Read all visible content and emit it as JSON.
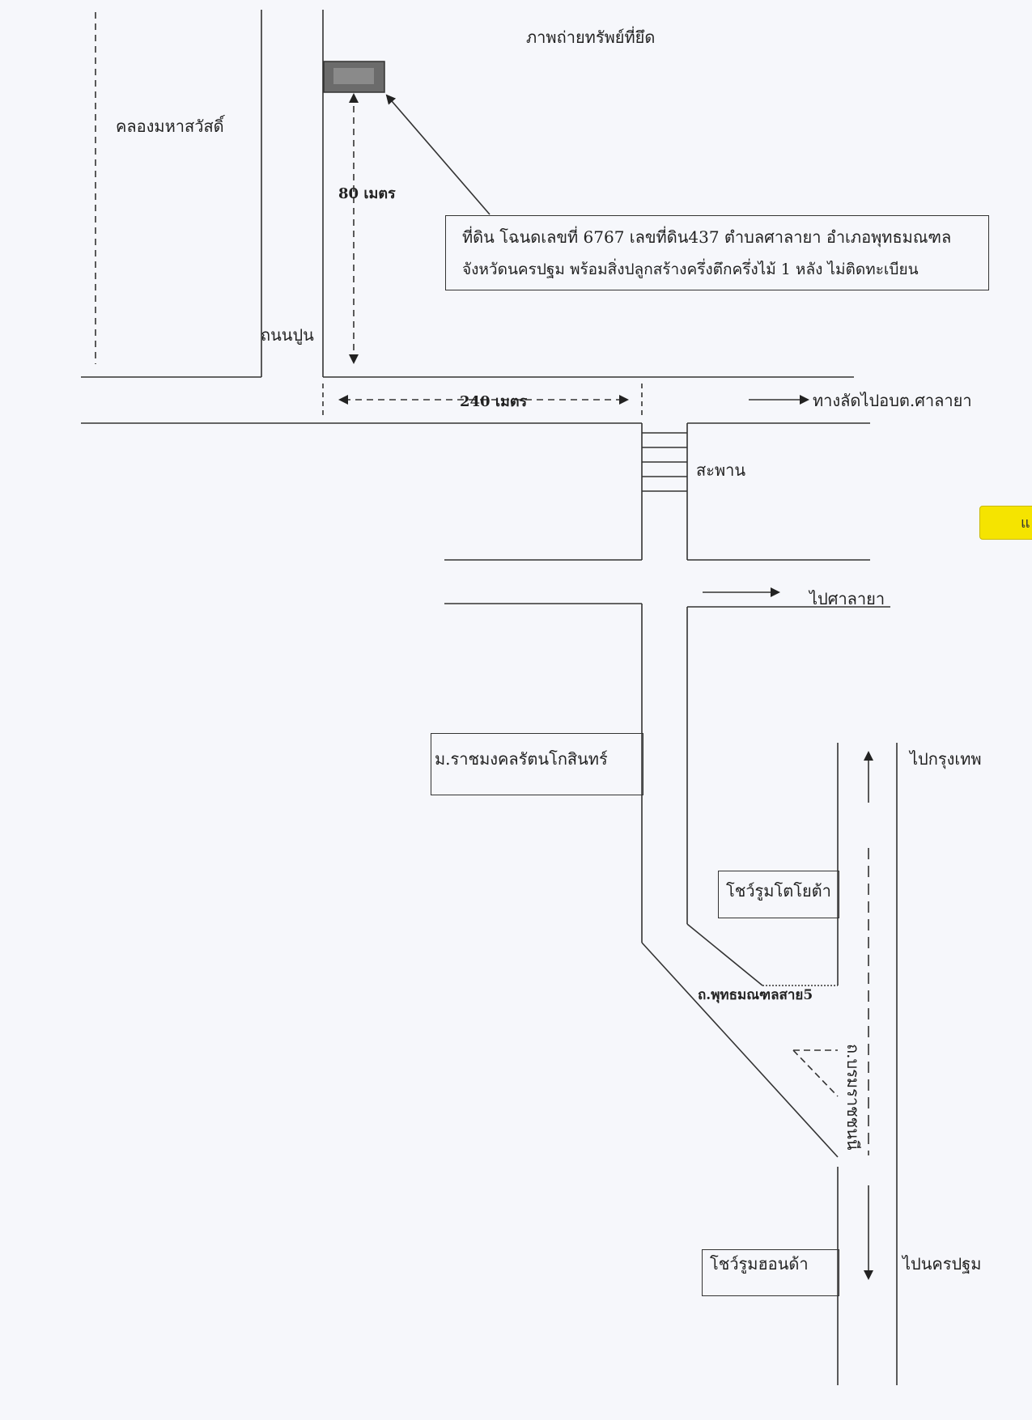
{
  "map": {
    "title": "ภาพถ่ายทรัพย์ที่ยึด",
    "canal_label": "คลองมหาสวัสดิ์",
    "road_left_label": "ถนนปูน",
    "distance_vertical": "80 เมตร",
    "distance_horizontal": "240 เมตร",
    "info_box": {
      "line1": "ที่ดิน โฉนดเลขที่ 6767 เลขที่ดิน437 ตำบลศาลายา อำเภอพุทธมณฑล",
      "line2": "จังหวัดนครปฐม  พร้อมสิ่งปลูกสร้างครึ่งตึกครึ่งไม้ 1 หลัง ไม่ติดทะเบียน"
    },
    "shortcut_label": "ทางลัดไปอบต.ศาลายา",
    "bridge_label": "สะพาน",
    "to_salaya_label": "ไปศาลายา",
    "university_label": "ม.ราชมงคลรัตนโกสินทร์",
    "to_bangkok_label": "ไปกรุงเทพ",
    "toyota_label": "โชว์รูมโตโยต้า",
    "phutthamonthon_road_label": "ถ.พุทธมณฑลสาย5",
    "borommaratchachonnani_label": "ถ.บรมราชชนนี",
    "honda_label": "โชว์รูมฮอนด้า",
    "to_nakhonpathom_label": "ไปนครปฐม",
    "tab_label": "แ"
  },
  "colors": {
    "line": "#333333",
    "paper": "#f6f7fb",
    "tab": "#f5e400",
    "property": "#666666"
  }
}
